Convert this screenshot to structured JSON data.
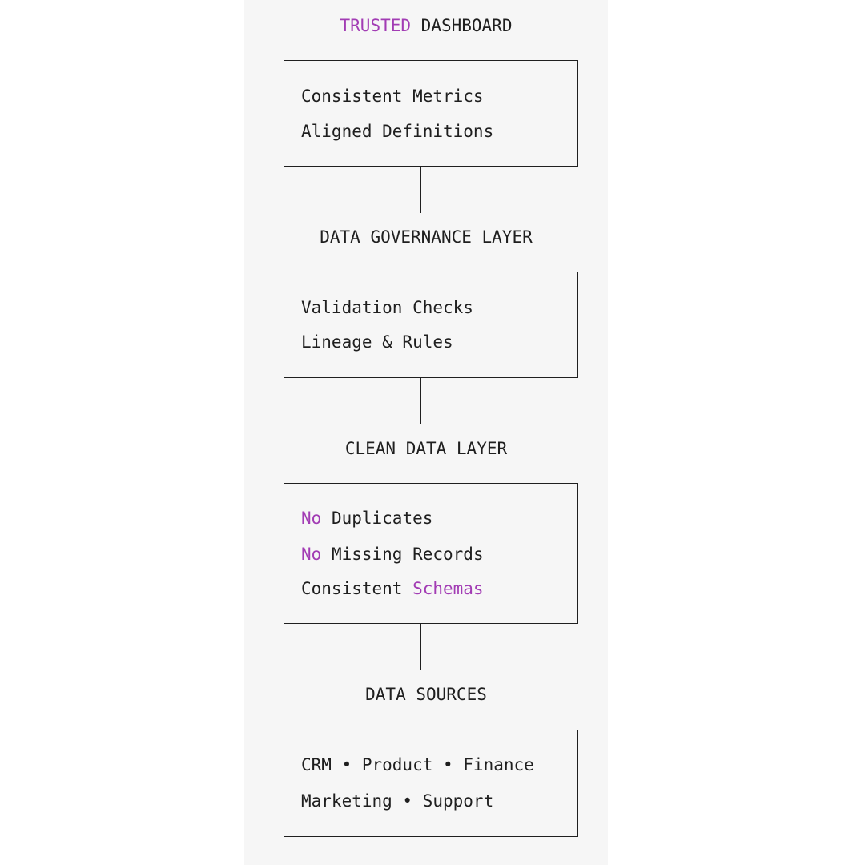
{
  "layers": [
    {
      "heading_parts": [
        {
          "text": "TRUSTED",
          "highlight": true
        },
        {
          "text": " DASHBOARD",
          "highlight": false
        }
      ],
      "lines": [
        [
          {
            "text": "Consistent Metrics",
            "highlight": false
          }
        ],
        [
          {
            "text": "Aligned Definitions",
            "highlight": false
          }
        ]
      ]
    },
    {
      "heading_parts": [
        {
          "text": "DATA GOVERNANCE LAYER",
          "highlight": false
        }
      ],
      "lines": [
        [
          {
            "text": "Validation Checks",
            "highlight": false
          }
        ],
        [
          {
            "text": "Lineage & Rules",
            "highlight": false
          }
        ]
      ]
    },
    {
      "heading_parts": [
        {
          "text": "CLEAN DATA LAYER",
          "highlight": false
        }
      ],
      "lines": [
        [
          {
            "text": "No",
            "highlight": true
          },
          {
            "text": " Duplicates",
            "highlight": false
          }
        ],
        [
          {
            "text": "No",
            "highlight": true
          },
          {
            "text": " Missing Records",
            "highlight": false
          }
        ],
        [
          {
            "text": "Consistent ",
            "highlight": false
          },
          {
            "text": "Schemas",
            "highlight": true
          }
        ]
      ]
    },
    {
      "heading_parts": [
        {
          "text": "DATA SOURCES",
          "highlight": false
        }
      ],
      "lines": [
        [
          {
            "text": "CRM • Product • Finance",
            "highlight": false
          }
        ],
        [
          {
            "text": "Marketing • Support",
            "highlight": false
          }
        ]
      ]
    }
  ],
  "colors": {
    "text": "#1f1f1f",
    "highlight": "#a23cb4",
    "panel_background": "#f6f6f6"
  }
}
